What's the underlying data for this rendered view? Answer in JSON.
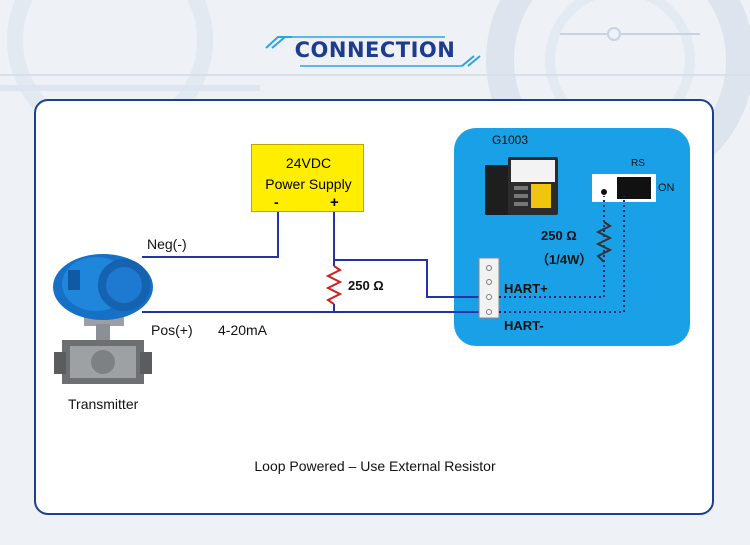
{
  "header": {
    "title": "CONNECTION"
  },
  "power_supply": {
    "line1": "24VDC",
    "line2": "Power Supply",
    "neg_label": "-",
    "pos_label": "+"
  },
  "loop": {
    "neg_label": "Neg(-)",
    "pos_label": "Pos(+)",
    "current_label": "4-20mA",
    "resistor_label": "250 Ω"
  },
  "transmitter": {
    "label": "Transmitter"
  },
  "modem": {
    "model": "G1003",
    "switch_label": "RS",
    "switch_state": "ON",
    "resistor_value": "250 Ω",
    "resistor_power": "（1/4W）",
    "hart_plus": "HART+",
    "hart_minus": "HART-"
  },
  "caption": "Loop Powered – Use External Resistor",
  "colors": {
    "wire": "#2533a8",
    "panel": "#1aa0e6",
    "power_supply": "#ffee00",
    "title": "#1d3c8f"
  }
}
